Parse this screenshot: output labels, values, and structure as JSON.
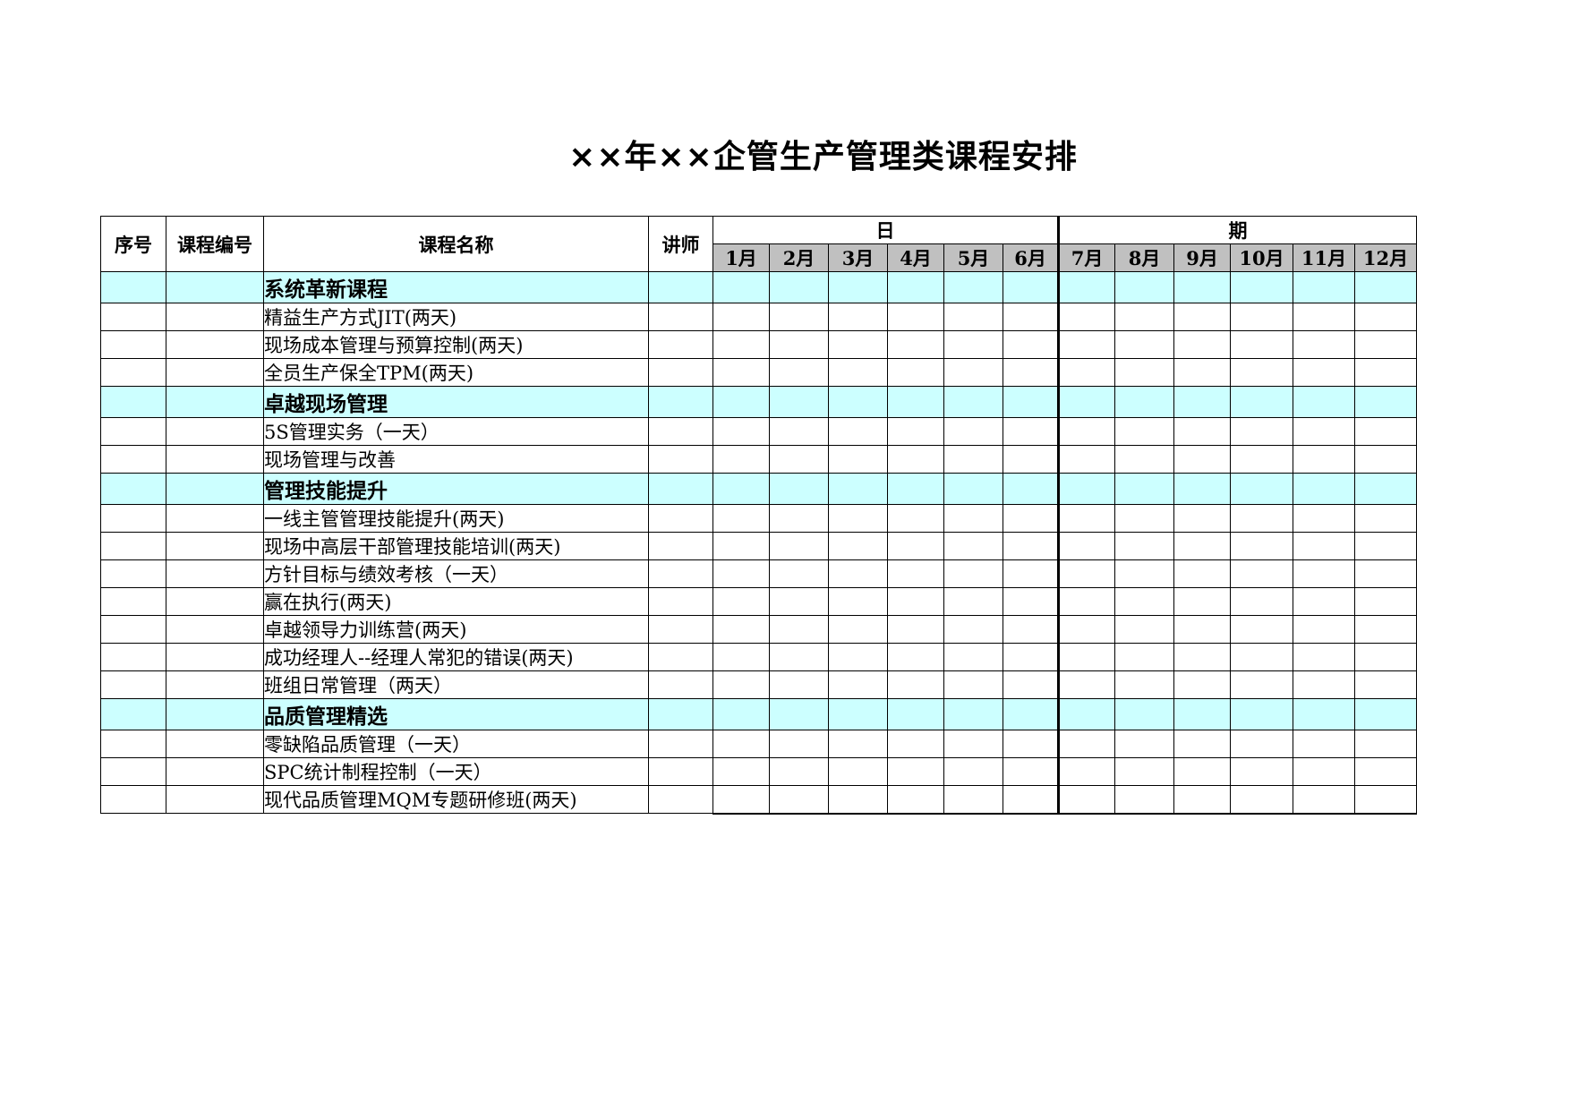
{
  "title": "××年××企管生产管理类课程安排",
  "columns": {
    "index": "序号",
    "code": "课程编号",
    "name": "课程名称",
    "lecturer": "讲师",
    "date_left": "日",
    "date_right": "期",
    "months": [
      "1月",
      "2月",
      "3月",
      "4月",
      "5月",
      "6月",
      "7月",
      "8月",
      "9月",
      "10月",
      "11月",
      "12月"
    ]
  },
  "rows": [
    {
      "type": "category",
      "name": "系统革新课程"
    },
    {
      "type": "course",
      "name": "精益生产方式JIT(两天)"
    },
    {
      "type": "course",
      "name": "现场成本管理与预算控制(两天)"
    },
    {
      "type": "course",
      "name": "全员生产保全TPM(两天)"
    },
    {
      "type": "category",
      "name": "卓越现场管理"
    },
    {
      "type": "course",
      "name": "5S管理实务（一天）"
    },
    {
      "type": "course",
      "name": "现场管理与改善"
    },
    {
      "type": "category",
      "name": "管理技能提升"
    },
    {
      "type": "course",
      "name": "一线主管管理技能提升(两天)"
    },
    {
      "type": "course",
      "name": "现场中高层干部管理技能培训(两天)"
    },
    {
      "type": "course",
      "name": "方针目标与绩效考核（一天）"
    },
    {
      "type": "course",
      "name": "赢在执行(两天)"
    },
    {
      "type": "course",
      "name": "卓越领导力训练营(两天)"
    },
    {
      "type": "course",
      "name": "成功经理人--经理人常犯的错误(两天)"
    },
    {
      "type": "course",
      "name": "班组日常管理（两天）"
    },
    {
      "type": "category",
      "name": "品质管理精选"
    },
    {
      "type": "course",
      "name": "零缺陷品质管理（一天）"
    },
    {
      "type": "course",
      "name": "SPC统计制程控制（一天）"
    },
    {
      "type": "course",
      "name": "现代品质管理MQM专题研修班(两天)"
    }
  ],
  "colors": {
    "category_bg": "#ccffff",
    "month_header_bg": "#c0c0c0"
  }
}
